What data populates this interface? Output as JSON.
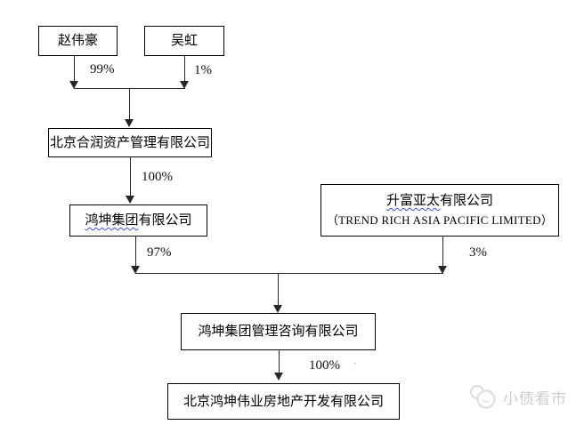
{
  "nodes": {
    "zhao": {
      "label": "赵伟豪"
    },
    "wu": {
      "label": "吴虹"
    },
    "herun": {
      "label": "北京合润资产管理有限公司"
    },
    "hongkun_group": {
      "underlined": "鸿坤集团",
      "rest": "有限公司"
    },
    "trend_rich": {
      "line1_underlined": "升富亚太",
      "line1_rest": "有限公司",
      "line2": "（TREND RICH ASIA PACIFIC LIMITED）"
    },
    "hongkun_mgmt": {
      "label": "鸿坤集团管理咨询有限公司"
    },
    "beijing_hongkun": {
      "label": "北京鸿坤伟业房地产开发有限公司"
    }
  },
  "edges": {
    "zhao_to_herun_pct": "99%",
    "wu_to_herun_pct": "1%",
    "herun_to_group_pct": "100%",
    "group_to_mgmt_pct": "97%",
    "trend_to_mgmt_pct": "3%",
    "mgmt_to_beijing_pct": "100%",
    "stray_mark": "·"
  },
  "watermark": {
    "text": "小债看市"
  },
  "colors": {
    "line": "#262626",
    "box_border": "#000000",
    "wavy_underline": "#3b50ce",
    "watermark_text": "#cccccc"
  }
}
